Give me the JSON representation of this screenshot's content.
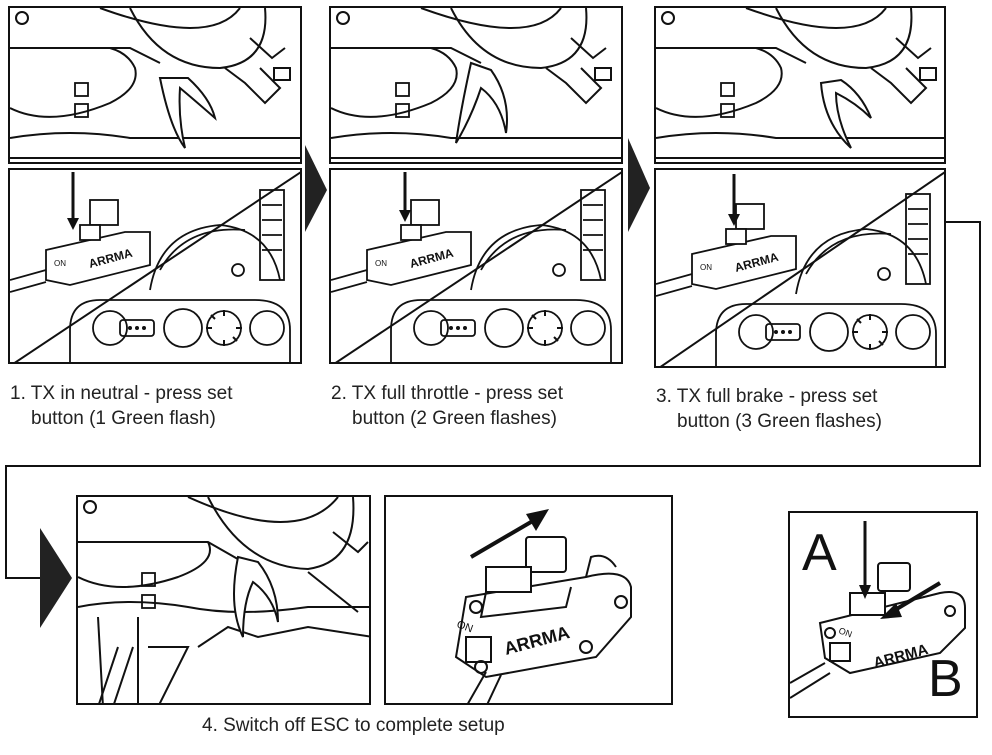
{
  "steps": [
    {
      "number": "1.",
      "line1": "TX in neutral - press set",
      "line2": "button (1 Green flash)"
    },
    {
      "number": "2.",
      "line1": "TX full throttle - press set",
      "line2": "button (2 Green flashes)"
    },
    {
      "number": "3.",
      "line1": "TX full brake - press set",
      "line2": "button (3 Green flashes)"
    }
  ],
  "final_step": "4. Switch off ESC to complete setup",
  "inset": {
    "label_a": "A",
    "label_b": "B"
  },
  "logo_text": "ARRMA",
  "switch_text": "ON",
  "colors": {
    "line": "#111111",
    "flash": "#111111"
  }
}
